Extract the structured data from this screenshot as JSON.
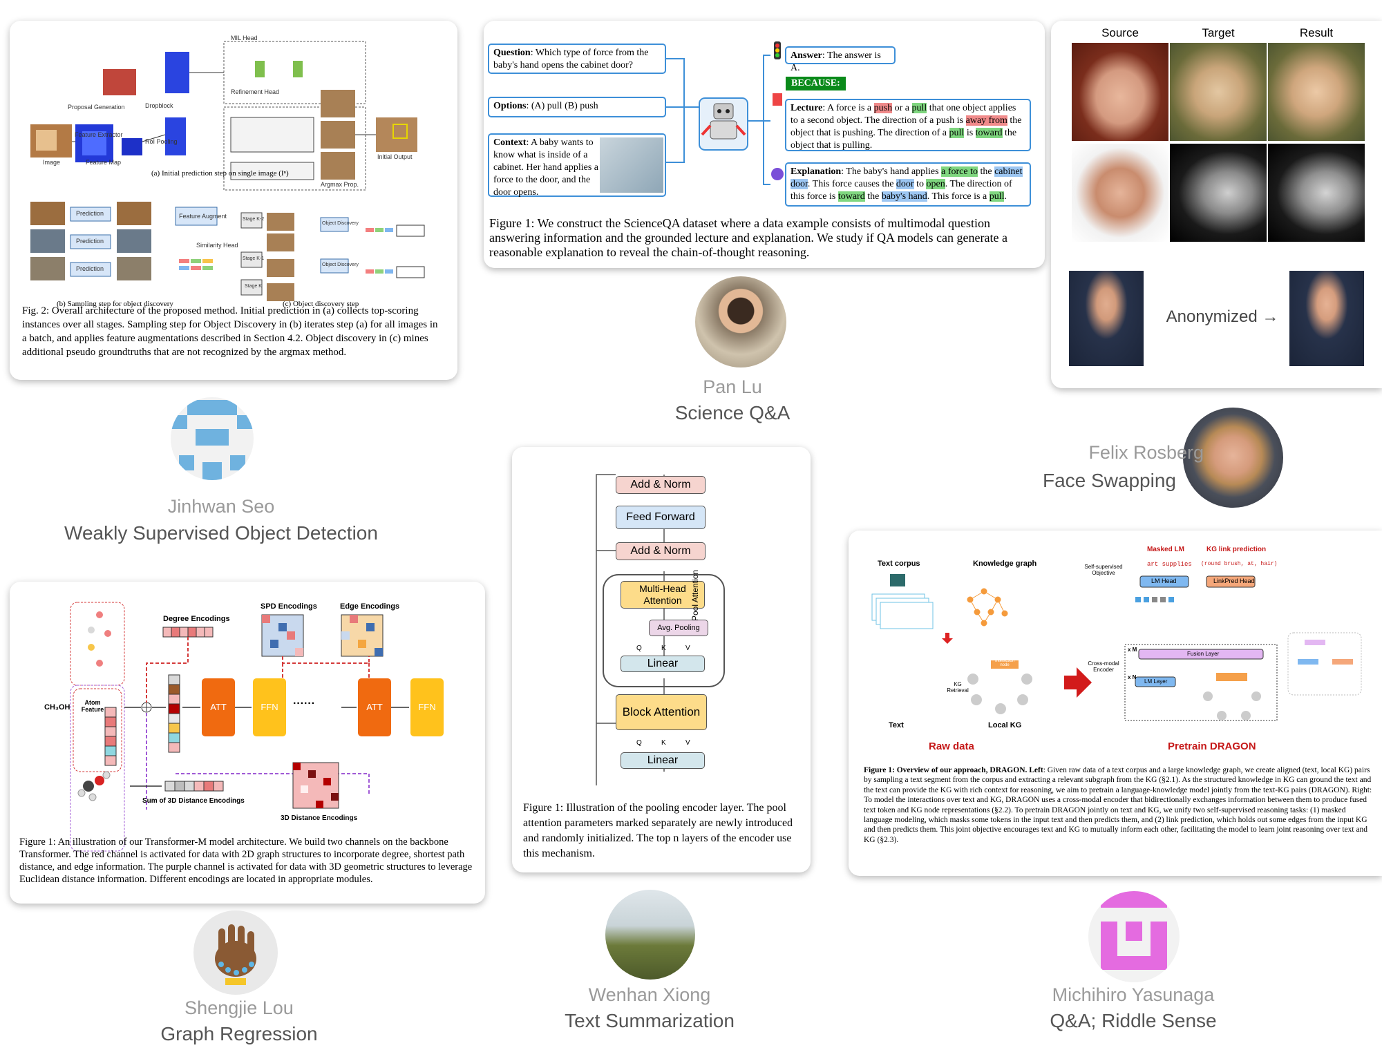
{
  "people": [
    {
      "name": "Jinhwan Seo",
      "topic": "Weakly Supervised Object Detection"
    },
    {
      "name": "Pan Lu",
      "topic": "Science Q&A"
    },
    {
      "name": "Felix Rosberg",
      "topic": "Face Swapping"
    },
    {
      "name": "Shengjie Lou",
      "topic": "Graph Regression"
    },
    {
      "name": "Wenhan Xiong",
      "topic": "Text Summarization"
    },
    {
      "name": "Michihiro Yasunaga",
      "topic": "Q&A; Riddle Sense"
    }
  ],
  "wsod": {
    "caption": "Fig. 2: Overall architecture of the proposed method. Initial prediction in (a) collects top-scoring instances over all stages. Sampling step for Object Discovery in (b) iterates step (a) for all images in a batch, and applies feature augmentations described in Section 4.2. Object discovery in (c) mines additional pseudo groundtruths that are not recognized by the argmax method.",
    "sub_a": "(a) Initial prediction step on single image (Iⁿ)",
    "sub_b": "(b) Sampling step for object discovery",
    "sub_c": "(c) Object discovery step",
    "labels": {
      "image": "Image",
      "feature_extractor": "Feature Extractor",
      "feature_map": "Feature Map",
      "roi_pooling": "RoI Pooling",
      "dropblock": "Dropblock",
      "mil_head": "MIL Head",
      "refinement_head": "Refinement Head",
      "initial_output": "Initial Output",
      "argmax": "Argmax Prop.",
      "prediction": "Prediction",
      "feature_augment": "Feature Augment",
      "similarity_head": "Similarity Head",
      "object_discovery": "Object Discovery",
      "stage_k2": "Stage K-2",
      "stage_k1": "Stage K-1",
      "stage_k": "Stage K",
      "proposal": "Proposal Generation"
    }
  },
  "scienceqa": {
    "question_label": "Question",
    "question": ": Which type of force from the baby's hand opens the cabinet door?",
    "options_label": "Options",
    "options": ": (A) pull (B) push",
    "context_label": "Context",
    "context": ": A baby wants to know what is inside of a cabinet. Her hand applies a force to the door, and the door opens.",
    "answer_label": "Answer",
    "answer": ": The answer is A.",
    "because": "BECAUSE:",
    "lecture_label": "Lecture",
    "explanation_label": "Explanation",
    "caption": "Figure 1: We construct the ScienceQA dataset where a data example consists of multimodal question answering information and the grounded lecture and explanation. We study if QA models can generate a reasonable explanation to reveal the chain-of-thought reasoning."
  },
  "faceswap": {
    "col_source": "Source",
    "col_target": "Target",
    "col_result": "Result",
    "anonymized": "Anonymized →"
  },
  "transformerm": {
    "degree": "Degree Encodings",
    "spd": "SPD Encodings",
    "edge": "Edge Encodings",
    "atom": "Atom Feature",
    "molecule": "CH₃OH",
    "att": "ATT",
    "ffn": "FFN",
    "dots": "······",
    "sum3d": "Sum of 3D Distance Encodings",
    "dist3d": "3D Distance Encodings",
    "caption": "Figure 1: An illustration of our Transformer-M model architecture. We build two channels on the backbone Transformer. The red channel is activated for data with 2D graph structures to incorporate degree, shortest path distance, and edge information. The purple channel is activated for data with 3D geometric structures to leverage Euclidean distance information. Different encodings are located in appropriate modules."
  },
  "pooling": {
    "add_norm": "Add & Norm",
    "feed_forward": "Feed Forward",
    "mha": "Multi-Head Attention",
    "avg_pool": "Avg. Pooling",
    "linear": "Linear",
    "block_attention": "Block Attention",
    "pool_attention": "Pool Attention",
    "q": "Q",
    "k": "K",
    "v": "V",
    "caption": "Figure 1: Illustration of the pooling encoder layer. The pool attention parameters marked separately are newly introduced and randomly initialized. The top n layers of the encoder use this mechanism."
  },
  "dragon": {
    "text_corpus": "Text corpus",
    "knowledge_graph": "Knowledge graph",
    "text": "Text",
    "local_kg": "Local KG",
    "kg_retrieval": "KG Retrieval",
    "raw_data": "Raw data",
    "pretrain": "Pretrain DRAGON",
    "masked_lm": "Masked LM",
    "kg_link": "KG link prediction",
    "art_supplies": "art supplies",
    "triple": "(round brush, at, hair)",
    "lm_head": "LM Head",
    "linkpred_head": "LinkPred Head",
    "fusion_layer": "Fusion Layer",
    "lm_layer": "LM Layer",
    "ssl_objective": "Self-supervised Objective",
    "crossmodal": "Cross-modal Encoder",
    "interaction": "Interaction node",
    "xm": "x M",
    "xn": "x N",
    "caption_title": "Figure 1: Overview of our approach, DRAGON. Left",
    "caption": ": Given raw data of a text corpus and a large knowledge graph, we create aligned (text, local KG) pairs by sampling a text segment from the corpus and extracting a relevant subgraph from the KG (§2.1). As the structured knowledge in KG can ground the text and the text can provide the KG with rich context for reasoning, we aim to pretrain a language-knowledge model jointly from the text-KG pairs (DRAGON). Right: To model the interactions over text and KG, DRAGON uses a cross-modal encoder that bidirectionally exchanges information between them to produce fused text token and KG node representations (§2.2). To pretrain DRAGON jointly on text and KG, we unify two self-supervised reasoning tasks: (1) masked language modeling, which masks some tokens in the input text and then predicts them, and (2) link prediction, which holds out some edges from the input KG and then predicts them. This joint objective encourages text and KG to mutually inform each other, facilitating the model to learn joint reasoning over text and KG (§2.3)."
  },
  "colors": {
    "blue_box": "#3d8fd8",
    "att": "#f06a10",
    "ffn": "#ffc21c",
    "pink_logo": "#e46be0",
    "light_blue_logo": "#6fb2df"
  }
}
